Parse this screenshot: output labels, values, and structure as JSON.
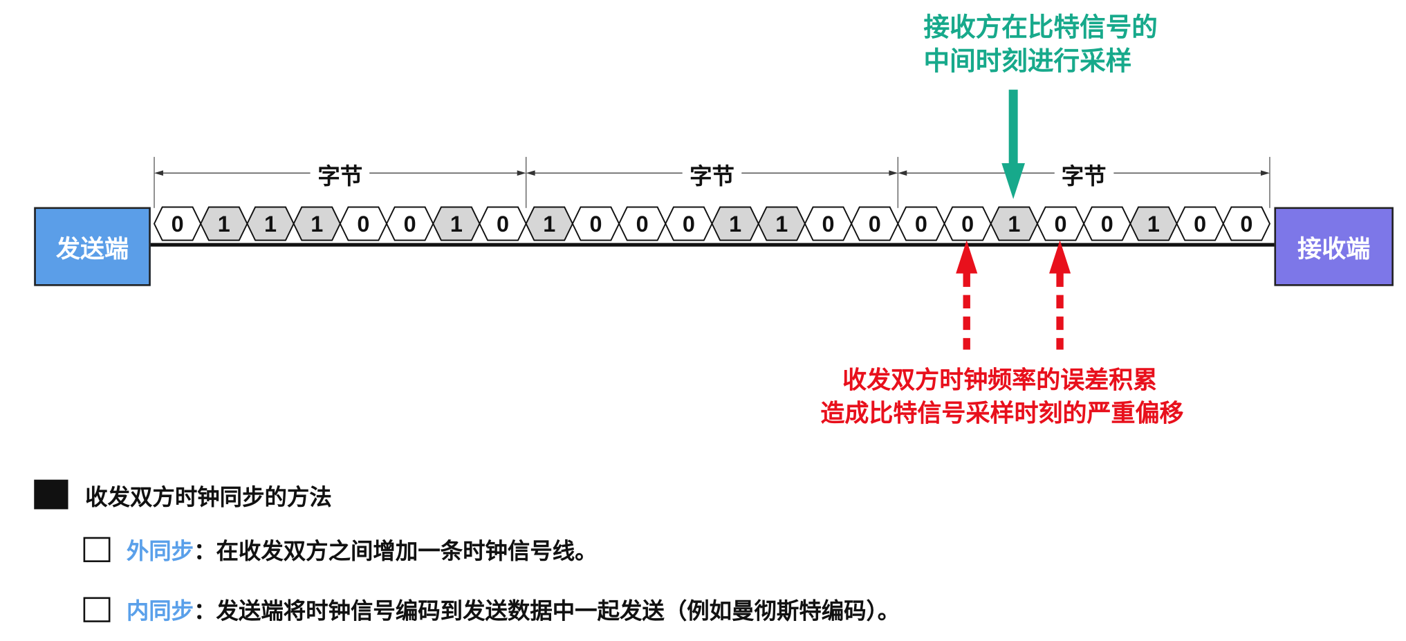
{
  "top_annotation": {
    "lines": [
      "接收方在比特信号的",
      "中间时刻进行采样"
    ],
    "color": "#17a98b"
  },
  "bottom_annotation": {
    "lines": [
      "收发双方时钟频率的误差积累",
      "造成比特信号采样时刻的严重偏移"
    ],
    "color": "#e8101c"
  },
  "sender": {
    "label": "发送端",
    "color": "#5b9ee8"
  },
  "receiver": {
    "label": "接收端",
    "color": "#7d77e8"
  },
  "bytes": [
    {
      "label": "字节",
      "bits": [
        0,
        1,
        1,
        1,
        0,
        0,
        1,
        0
      ]
    },
    {
      "label": "字节",
      "bits": [
        1,
        0,
        0,
        0,
        1,
        1,
        0,
        0
      ]
    },
    {
      "label": "字节",
      "bits": [
        0,
        0,
        1,
        0,
        0,
        1,
        0,
        0
      ]
    }
  ],
  "bit_colors": {
    "one": "#d6d6d6",
    "zero": "#ffffff"
  },
  "methods": {
    "heading": "收发双方时钟同步的方法",
    "items": [
      {
        "term": "外同步",
        "sep": "：",
        "text": "在收发双方之间增加一条时钟信号线。"
      },
      {
        "term": "内同步",
        "sep": "：",
        "text": "发送端将时钟信号编码到发送数据中一起发送（例如曼彻斯特编码）。"
      }
    ]
  }
}
